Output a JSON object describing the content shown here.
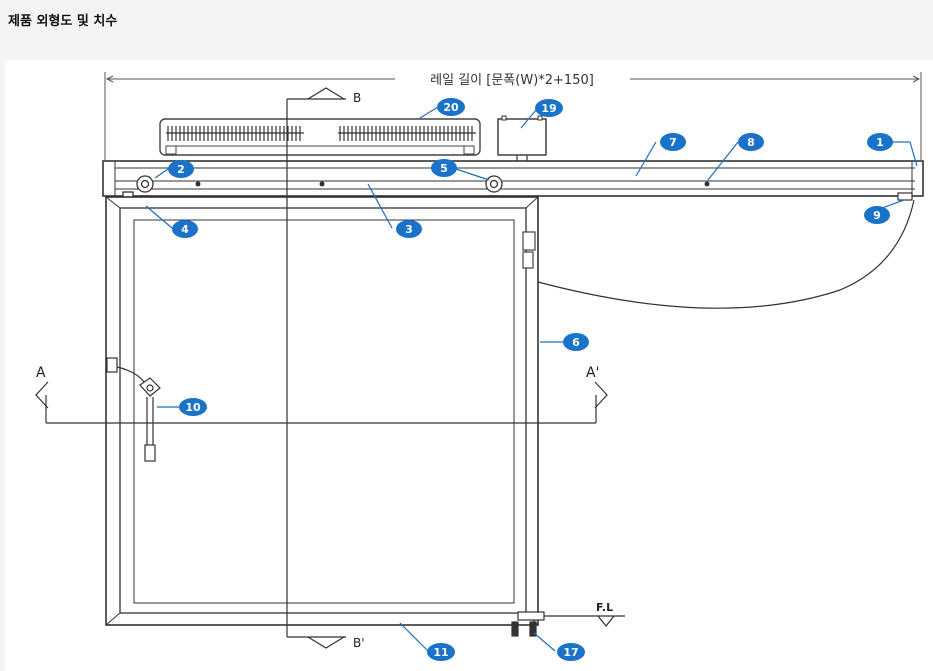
{
  "page": {
    "title": "제품 외형도 및 치수"
  },
  "diagram": {
    "dimension_label": "레일 길이 [문폭(W)*2+150]",
    "section_a_left": "A",
    "section_a_right": "A'",
    "section_b_top": "B",
    "section_b_bottom": "B'",
    "floor_label": "F.L",
    "callouts": [
      "1",
      "2",
      "3",
      "4",
      "5",
      "6",
      "7",
      "8",
      "9",
      "10",
      "11",
      "17",
      "19",
      "20"
    ],
    "colors": {
      "badge": "#1a73c8",
      "leader": "#1a6fc0",
      "line": "#333333"
    }
  }
}
